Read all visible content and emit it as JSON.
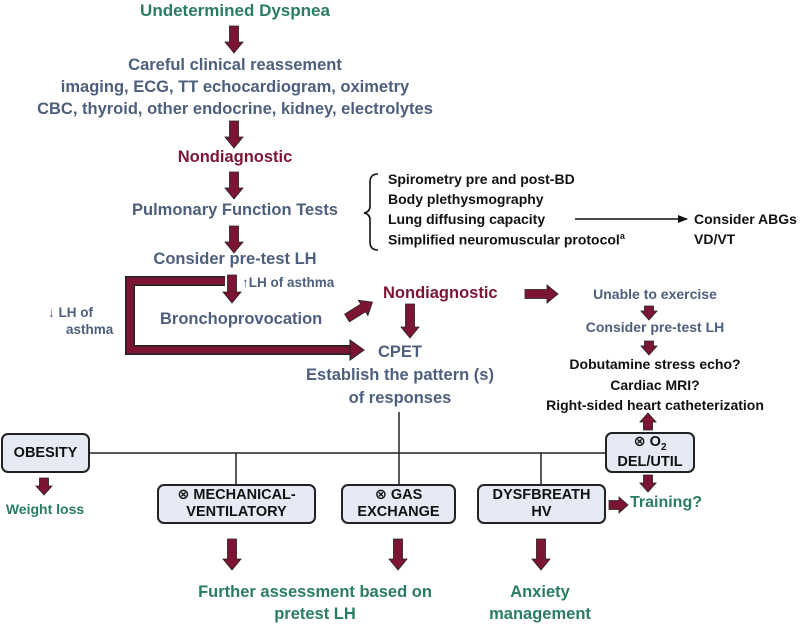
{
  "title": "Undetermined Dyspnea",
  "step_reassessment": {
    "heading": "Careful clinical reassement",
    "line1": "imaging, ECG, TT echocardiogram, oximetry",
    "line2": "CBC, thyroid, other endocrine, kidney, electrolytes"
  },
  "nondiagnostic_1": "Nondiagnostic",
  "pft": {
    "label": "Pulmonary Function Tests",
    "items": [
      "Spirometry pre and post-BD",
      "Body plethysmography",
      "Lung diffusing capacity",
      "Simplified neuromuscular protocol"
    ],
    "footnote_mark": "a",
    "consider_label": "Consider ABGs",
    "vdvt_label": "VD/VT"
  },
  "pretest_lh": "Consider pre-test LH",
  "high_lh_label": "↑LH of asthma",
  "low_lh_label_line1": "↓ LH of",
  "low_lh_label_line2": "asthma",
  "bronchoprovocation": "Bronchoprovocation",
  "nondiagnostic_2": "Nondiagnostic",
  "cpet": {
    "label": "CPET",
    "line2": "Establish the pattern (s)",
    "line3": "of responses"
  },
  "right_branch": {
    "unable": "Unable to exercise",
    "pretest": "Consider pre-test LH",
    "tests": [
      "Dobutamine stress echo?",
      "Cardiac MRI?",
      "Right-sided heart catheterization"
    ]
  },
  "boxes": {
    "obesity": "OBESITY",
    "mech_line1": "⊗ MECHANICAL-",
    "mech_line2": "VENTILATORY",
    "gas_line1": "⊗ GAS",
    "gas_line2": "EXCHANGE",
    "dys_line1": "DYSFBREATH",
    "dys_line2": "HV",
    "o2_prefix": "⊗ O",
    "o2_sub": "2",
    "o2_line2": "DEL/UTIL"
  },
  "outcomes": {
    "weight_loss": "Weight loss",
    "training": "Training?",
    "further_line1": "Further assessment based on",
    "further_line2": "pretest LH",
    "anxiety_line1": "Anxiety",
    "anxiety_line2": "management"
  },
  "colors": {
    "arrow": "#7c1533",
    "green": "#2a7d5f",
    "slate": "#4d5f7c",
    "box_fill": "#e6eaf4"
  }
}
